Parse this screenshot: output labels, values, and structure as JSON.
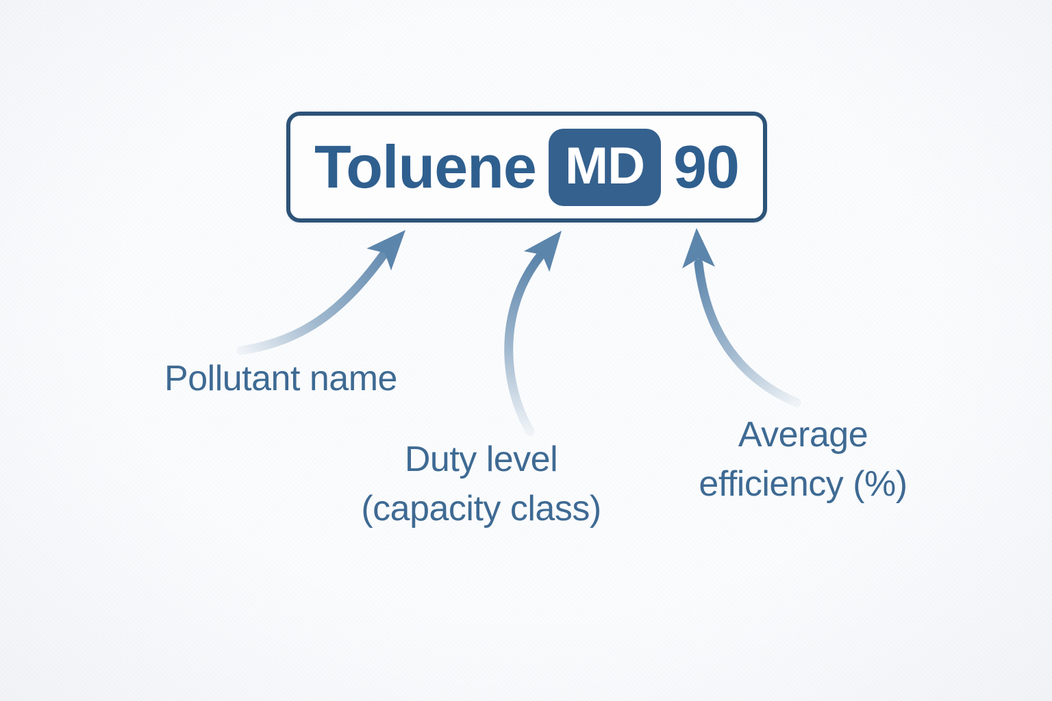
{
  "code_box": {
    "pollutant_name": "Toluene",
    "duty_code": "MD",
    "efficiency_value": "90"
  },
  "labels": {
    "pollutant": "Pollutant name",
    "duty_line1": "Duty level",
    "duty_line2": "(capacity class)",
    "efficiency_line1": "Average",
    "efficiency_line2": "efficiency (%)"
  },
  "colors": {
    "box_border": "#2d5378",
    "box_text": "#2f5f8e",
    "badge_bg": "#35618e",
    "badge_text": "#ffffff",
    "label_text": "#3e6a93",
    "arrow": "#5c85ab",
    "background": "#f8f9fb"
  }
}
